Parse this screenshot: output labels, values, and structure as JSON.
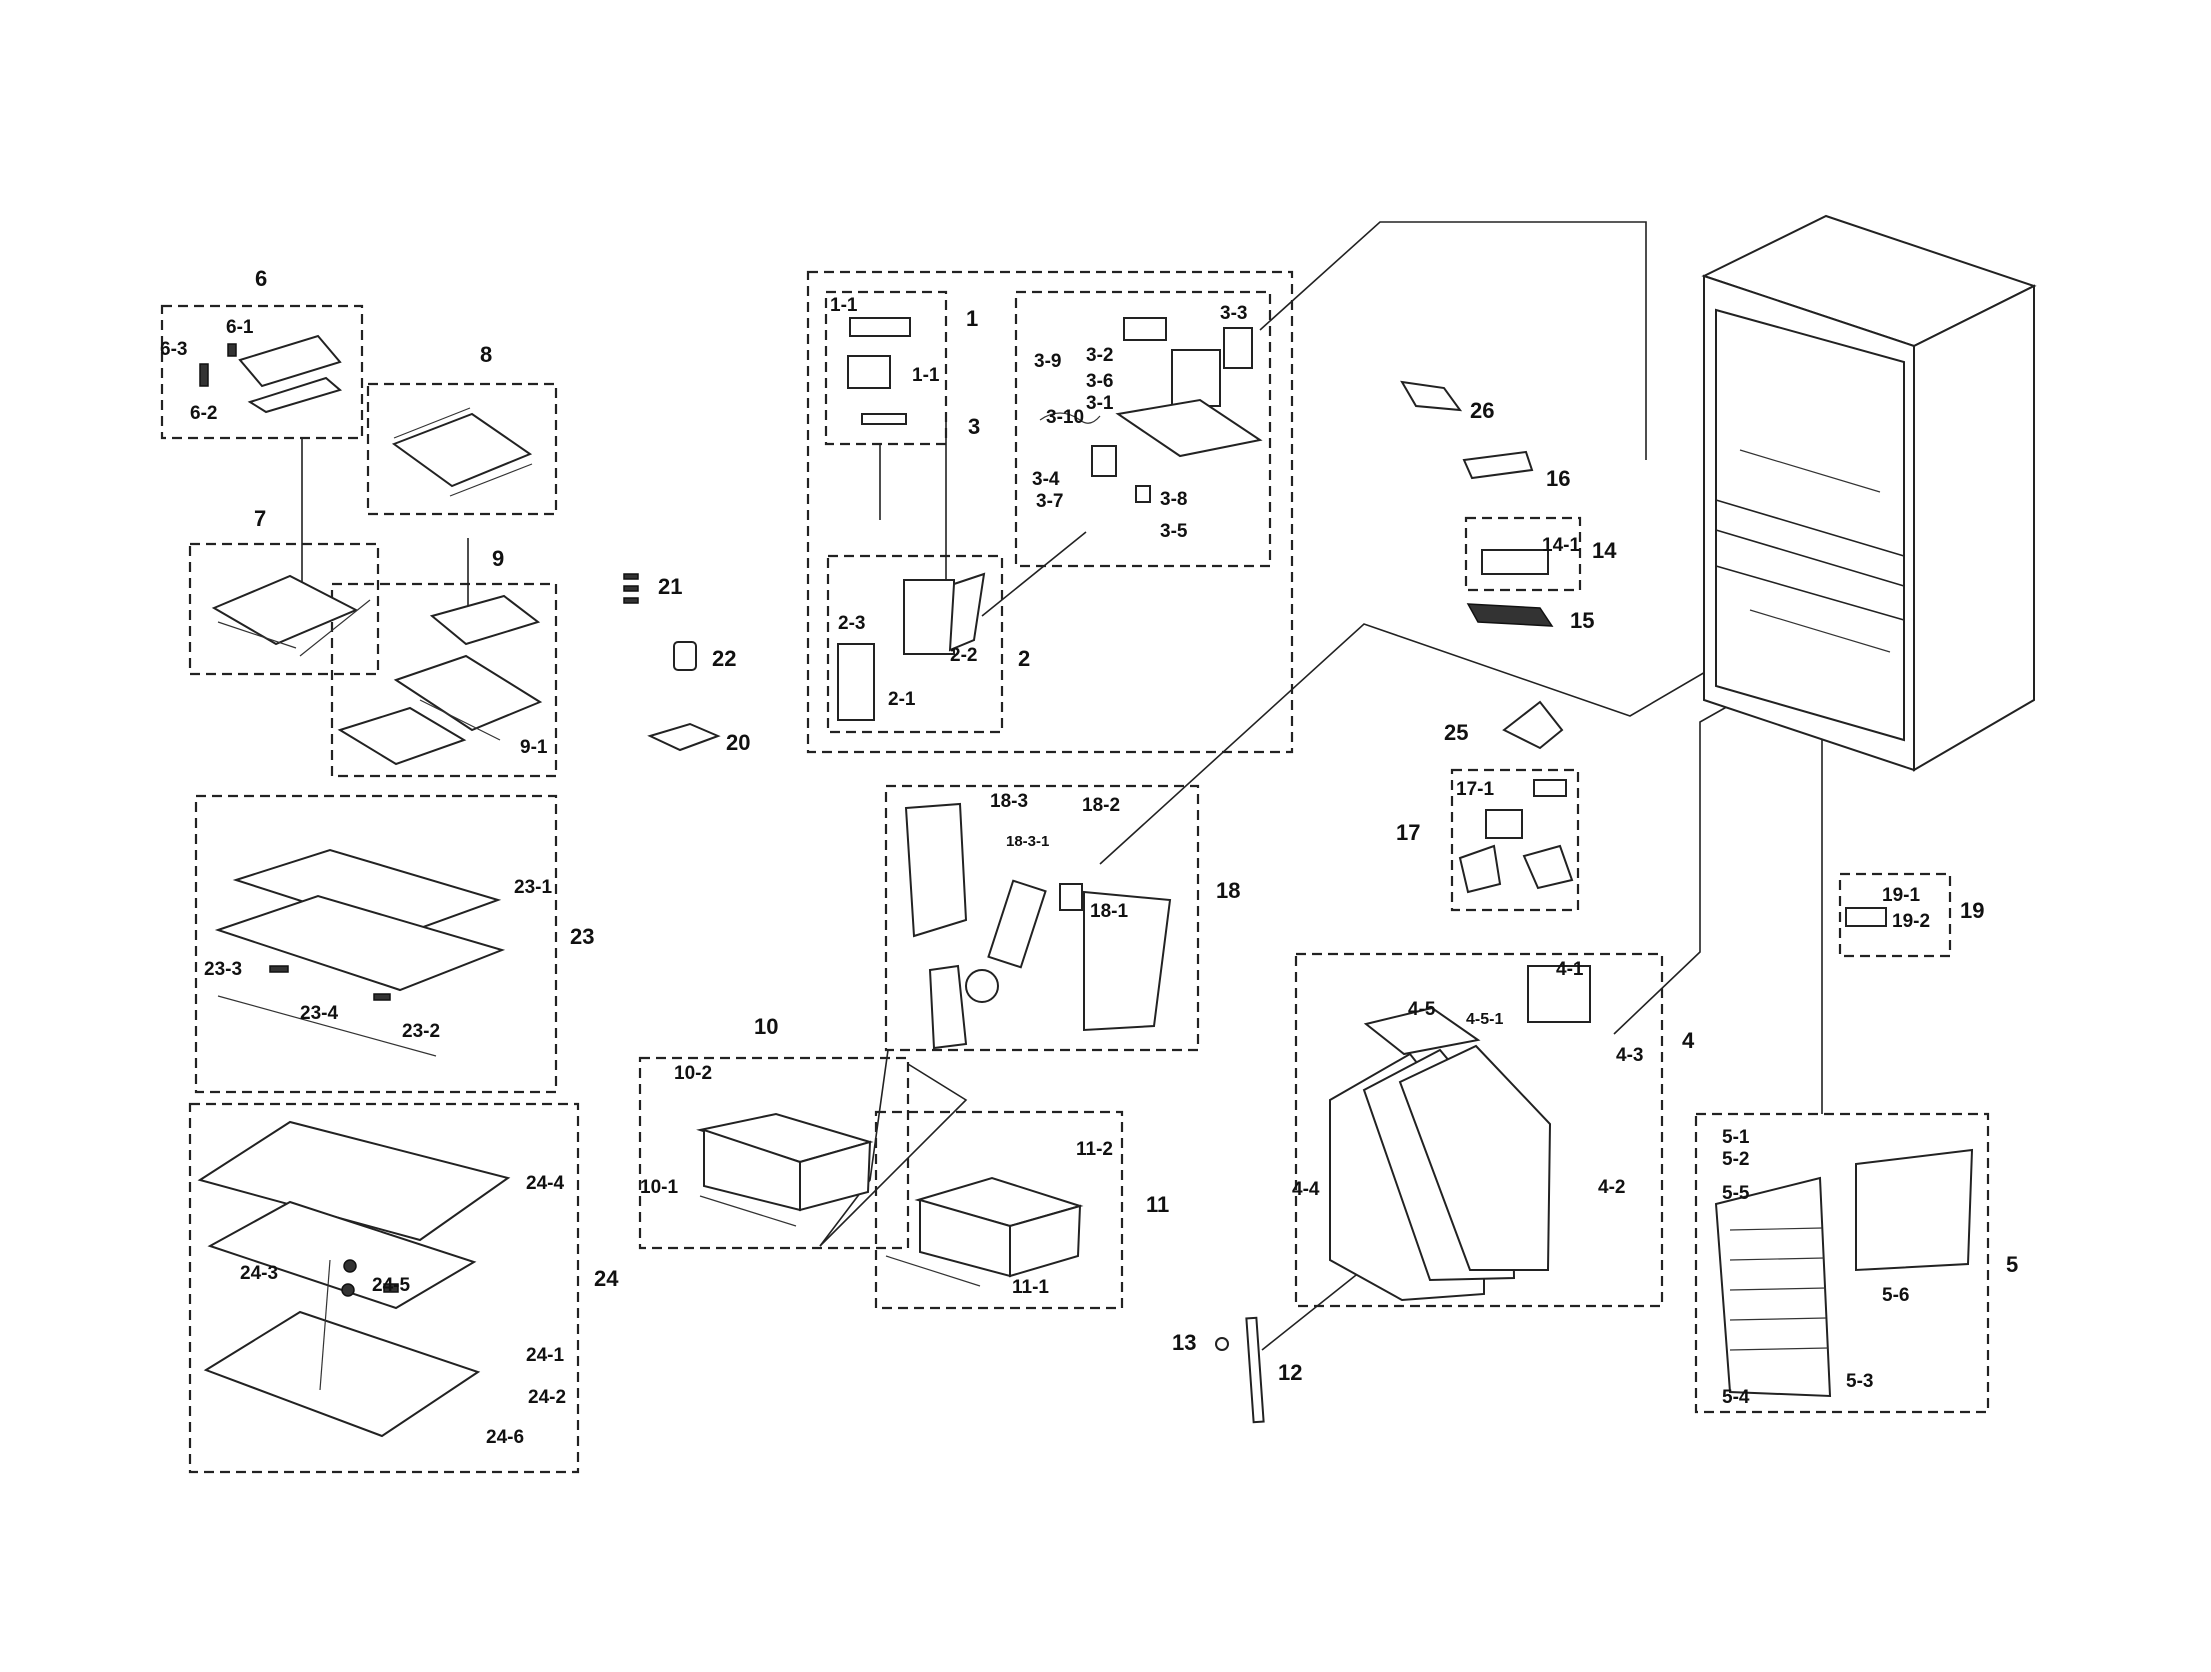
{
  "labels": {
    "l6": "6",
    "l6_1": "6-1",
    "l6_2": "6-2",
    "l6_3": "6-3",
    "l7": "7",
    "l8": "8",
    "l9": "9",
    "l9_1": "9-1",
    "l23": "23",
    "l23_1": "23-1",
    "l23_2": "23-2",
    "l23_3": "23-3",
    "l23_4": "23-4",
    "l24": "24",
    "l24_1": "24-1",
    "l24_2": "24-2",
    "l24_3": "24-3",
    "l24_4": "24-4",
    "l24_5": "24-5",
    "l24_6": "24-6",
    "l21": "21",
    "l22": "22",
    "l20": "20",
    "l1": "1",
    "l1_1a": "1-1",
    "l1_1b": "1-1",
    "l2": "2",
    "l2_1": "2-1",
    "l2_2": "2-2",
    "l2_3": "2-3",
    "l3": "3",
    "l3_1": "3-1",
    "l3_2": "3-2",
    "l3_3": "3-3",
    "l3_4": "3-4",
    "l3_5": "3-5",
    "l3_6": "3-6",
    "l3_7": "3-7",
    "l3_8": "3-8",
    "l3_9": "3-9",
    "l3_10": "3-10",
    "l18": "18",
    "l18_1": "18-1",
    "l18_2": "18-2",
    "l18_3": "18-3",
    "l18_3_1": "18-3-1",
    "l10": "10",
    "l10_1": "10-1",
    "l10_2": "10-2",
    "l11": "11",
    "l11_1": "11-1",
    "l11_2": "11-2",
    "l26": "26",
    "l16": "16",
    "l14": "14",
    "l14_1": "14-1",
    "l15": "15",
    "l25": "25",
    "l17": "17",
    "l17_1": "17-1",
    "l4": "4",
    "l4_1": "4-1",
    "l4_2": "4-2",
    "l4_3": "4-3",
    "l4_4": "4-4",
    "l4_5": "4-5",
    "l4_5_1": "4-5-1",
    "l12": "12",
    "l13": "13",
    "l19": "19",
    "l19_1": "19-1",
    "l19_2": "19-2",
    "l5": "5",
    "l5_1": "5-1",
    "l5_2": "5-2",
    "l5_3": "5-3",
    "l5_4": "5-4",
    "l5_5": "5-5",
    "l5_6": "5-6"
  }
}
